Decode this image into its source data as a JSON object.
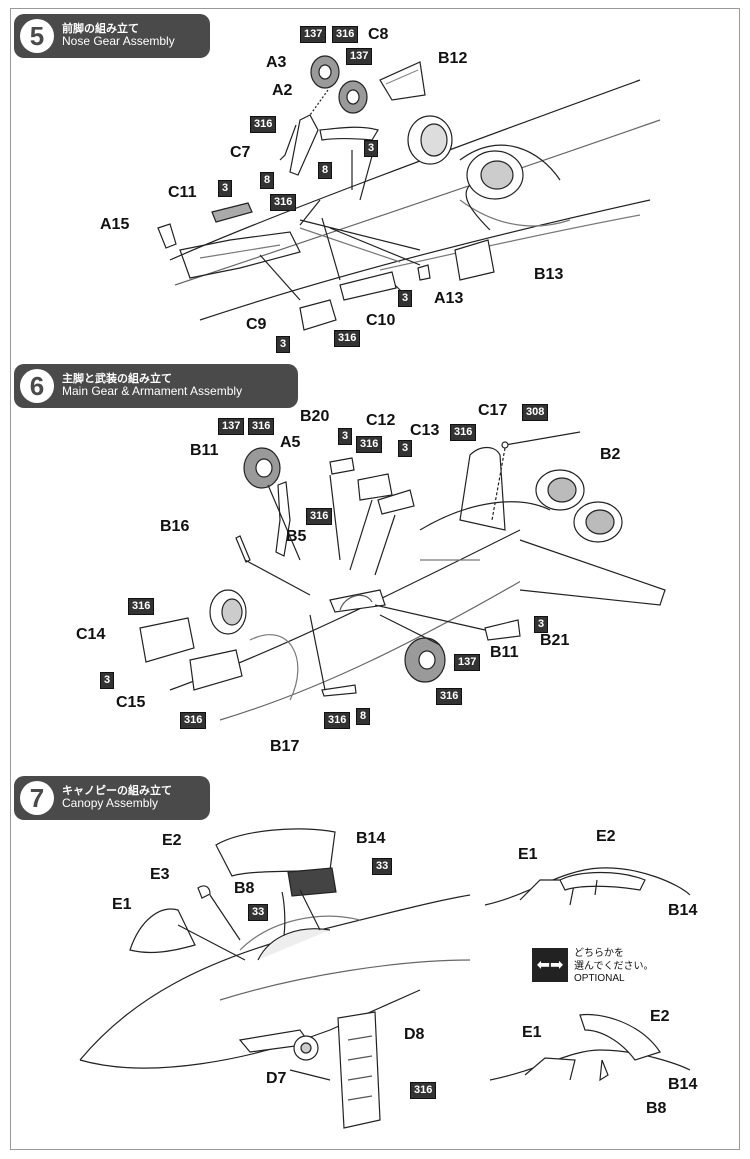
{
  "steps": [
    {
      "number": "5",
      "jp": "前脚の組み立て",
      "en": "Nose Gear Assembly"
    },
    {
      "number": "6",
      "jp": "主脚と武装の組み立て",
      "en": "Main Gear & Armament Assembly"
    },
    {
      "number": "7",
      "jp": "キャノピーの組み立て",
      "en": "Canopy Assembly"
    }
  ],
  "step5_labels": {
    "a3": "A3",
    "a2": "A2",
    "c8": "C8",
    "b12": "B12",
    "c7": "C7",
    "c11": "C11",
    "a15": "A15",
    "b13": "B13",
    "a13": "A13",
    "c10": "C10",
    "c9": "C9"
  },
  "step5_badges": {
    "b137a": "137",
    "b316a": "316",
    "b137b": "137",
    "b316b": "316",
    "b3a": "3",
    "b8a": "8",
    "b8b": "8",
    "b3b": "3",
    "b316c": "316",
    "b3c": "3",
    "b3d": "3",
    "b316d": "316"
  },
  "step6_labels": {
    "b11a": "B11",
    "a5": "A5",
    "b20": "B20",
    "c12": "C12",
    "c13": "C13",
    "c17": "C17",
    "b2": "B2",
    "b16": "B16",
    "b5": "B5",
    "c14": "C14",
    "c15": "C15",
    "b11b": "B11",
    "b21": "B21",
    "b17": "B17"
  },
  "step6_badges": {
    "b137a": "137",
    "b316a": "316",
    "b3a": "3",
    "b316b": "316",
    "b3b": "3",
    "b316c": "316",
    "b308": "308",
    "b316d": "316",
    "b316e": "316",
    "b3c": "3",
    "b316f": "316",
    "b3d": "3",
    "b137b": "137",
    "b316g": "316",
    "b316h": "316",
    "b8": "8"
  },
  "step7_labels": {
    "e2": "E2",
    "b14": "B14",
    "e3": "E3",
    "b8": "B8",
    "e1": "E1",
    "d8": "D8",
    "d7": "D7",
    "r_e1": "E1",
    "r_e2": "E2",
    "r_b14": "B14",
    "r2_e1": "E1",
    "r2_e2": "E2",
    "r2_b14": "B14",
    "r2_b8": "B8"
  },
  "step7_badges": {
    "b33a": "33",
    "b33b": "33",
    "b316": "316"
  },
  "optional": {
    "jp_line1": "どちらかを",
    "jp_line2": "選んでください。",
    "en": "OPTIONAL",
    "icon": "arrows-both-ways-icon"
  }
}
